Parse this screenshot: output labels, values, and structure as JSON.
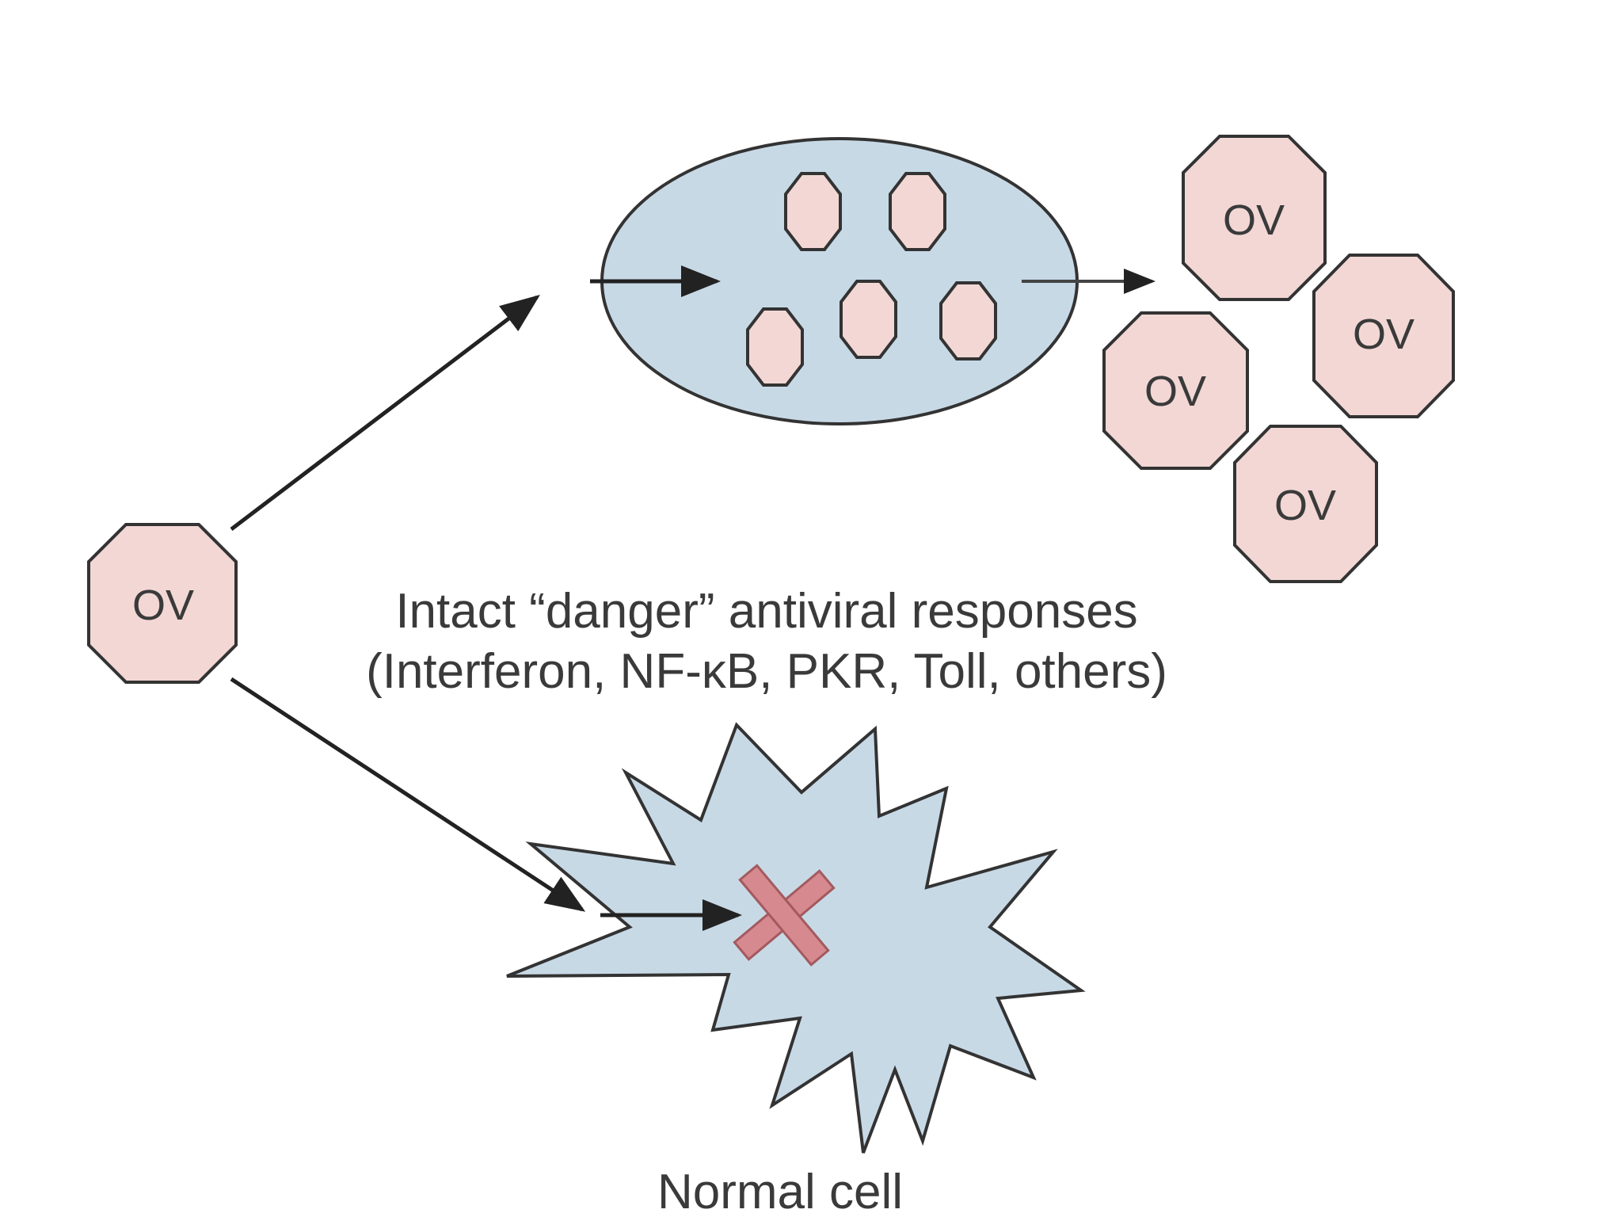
{
  "diagram": {
    "virus_label": "OV",
    "caption_line1": "Intact “danger” antiviral responses",
    "caption_line2": "(Interferon, NF-κB, PKR, Toll, others)",
    "normal_cell_label": "Normal cell"
  },
  "colors": {
    "virus_fill": "#f2d7d5",
    "cell_fill": "#c8d9e6",
    "outline": "#333333",
    "block_mark": "#d68a8f",
    "background": "#ffffff"
  }
}
